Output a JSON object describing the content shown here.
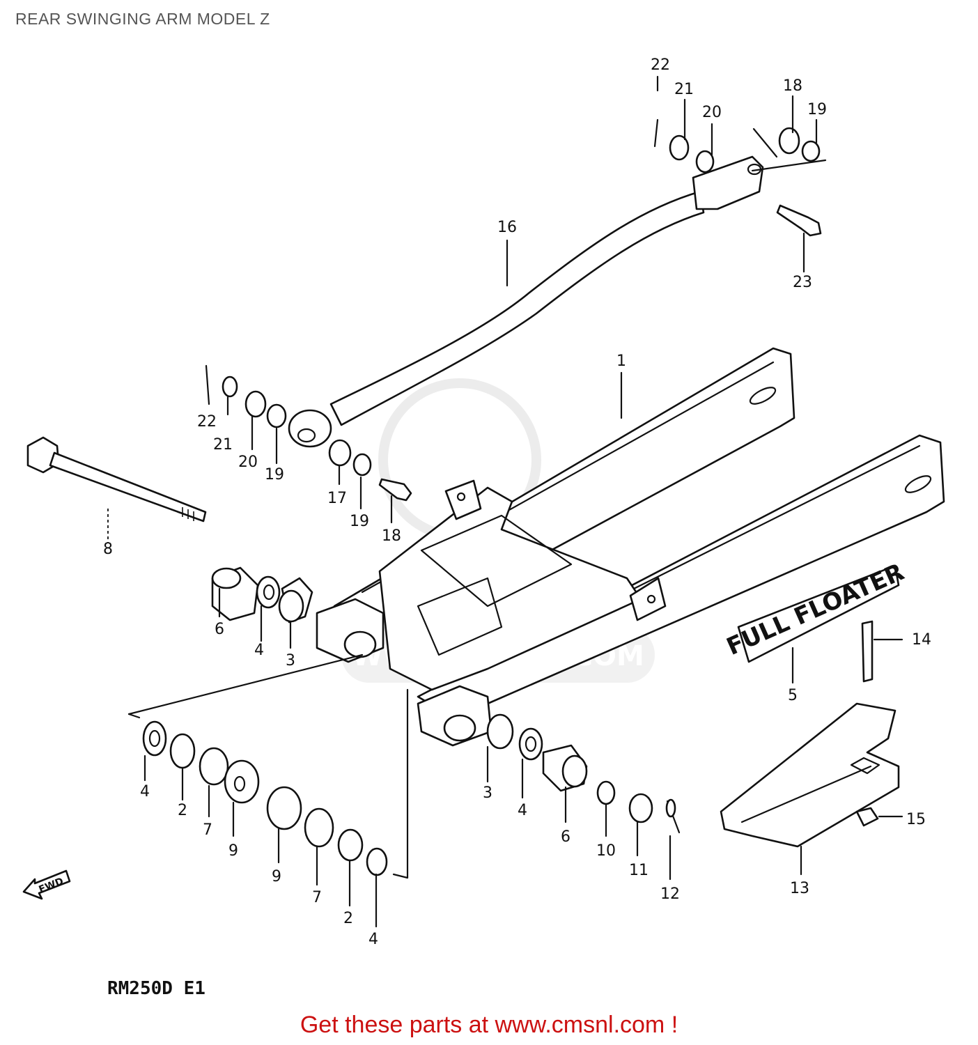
{
  "title": "REAR SWINGING ARM MODEL Z",
  "footer": "Get these parts at www.cmsnl.com !",
  "model_code": "RM250D E1",
  "decal_text": "FULL FLOATER",
  "fwd_text": "FWD",
  "watermark": "WWW.CMSNL.COM",
  "colors": {
    "line": "#111111",
    "title": "#555555",
    "footer": "#cc1111",
    "watermark": "#dddddd"
  },
  "callouts": [
    {
      "id": "c1",
      "label": "1"
    },
    {
      "id": "c2a",
      "label": "2"
    },
    {
      "id": "c2b",
      "label": "2"
    },
    {
      "id": "c3a",
      "label": "3"
    },
    {
      "id": "c3b",
      "label": "3"
    },
    {
      "id": "c4a",
      "label": "4"
    },
    {
      "id": "c4b",
      "label": "4"
    },
    {
      "id": "c4c",
      "label": "4"
    },
    {
      "id": "c4d",
      "label": "4"
    },
    {
      "id": "c5",
      "label": "5"
    },
    {
      "id": "c6a",
      "label": "6"
    },
    {
      "id": "c6b",
      "label": "6"
    },
    {
      "id": "c7a",
      "label": "7"
    },
    {
      "id": "c7b",
      "label": "7"
    },
    {
      "id": "c8",
      "label": "8"
    },
    {
      "id": "c9a",
      "label": "9"
    },
    {
      "id": "c9b",
      "label": "9"
    },
    {
      "id": "c10",
      "label": "10"
    },
    {
      "id": "c11",
      "label": "11"
    },
    {
      "id": "c12",
      "label": "12"
    },
    {
      "id": "c13",
      "label": "13"
    },
    {
      "id": "c14",
      "label": "14"
    },
    {
      "id": "c15",
      "label": "15"
    },
    {
      "id": "c16",
      "label": "16"
    },
    {
      "id": "c17",
      "label": "17"
    },
    {
      "id": "c18a",
      "label": "18"
    },
    {
      "id": "c18b",
      "label": "18"
    },
    {
      "id": "c19a",
      "label": "19"
    },
    {
      "id": "c19b",
      "label": "19"
    },
    {
      "id": "c19c",
      "label": "19"
    },
    {
      "id": "c20a",
      "label": "20"
    },
    {
      "id": "c20b",
      "label": "20"
    },
    {
      "id": "c21a",
      "label": "21"
    },
    {
      "id": "c21b",
      "label": "21"
    },
    {
      "id": "c22a",
      "label": "22"
    },
    {
      "id": "c22b",
      "label": "22"
    },
    {
      "id": "c23",
      "label": "23"
    }
  ]
}
